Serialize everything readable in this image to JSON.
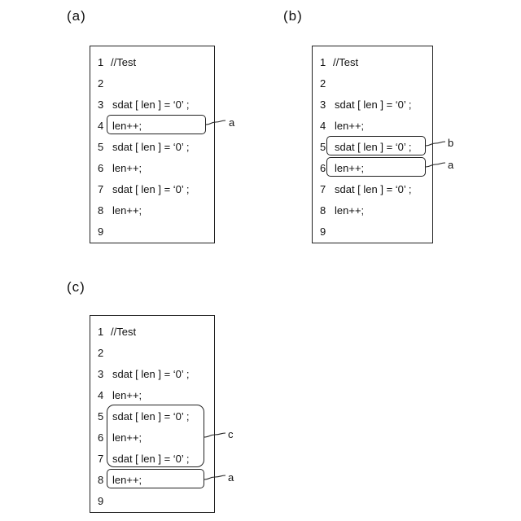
{
  "panels": {
    "a": {
      "label": "(a)",
      "lines": [
        {
          "num": "1",
          "text": "//Test"
        },
        {
          "num": "2",
          "text": ""
        },
        {
          "num": "3",
          "text": "sdat [ len ] = ‘0’ ;"
        },
        {
          "num": "4",
          "text": "len++;"
        },
        {
          "num": "5",
          "text": "sdat [ len ] = ‘0’ ;"
        },
        {
          "num": "6",
          "text": "len++;"
        },
        {
          "num": "7",
          "text": "sdat [ len ] = ‘0’ ;"
        },
        {
          "num": "8",
          "text": "len++;"
        },
        {
          "num": "9",
          "text": ""
        }
      ],
      "callouts": [
        "a"
      ]
    },
    "b": {
      "label": "(b)",
      "lines": [
        {
          "num": "1",
          "text": "//Test"
        },
        {
          "num": "2",
          "text": ""
        },
        {
          "num": "3",
          "text": "sdat [ len ] = ‘0’ ;"
        },
        {
          "num": "4",
          "text": "len++;"
        },
        {
          "num": "5",
          "text": "sdat [ len ] = ‘0’ ;"
        },
        {
          "num": "6",
          "text": "len++;"
        },
        {
          "num": "7",
          "text": "sdat [ len ] = ‘0’ ;"
        },
        {
          "num": "8",
          "text": "len++;"
        },
        {
          "num": "9",
          "text": ""
        }
      ],
      "callouts": [
        "b",
        "a"
      ]
    },
    "c": {
      "label": "(c)",
      "lines": [
        {
          "num": "1",
          "text": "//Test"
        },
        {
          "num": "2",
          "text": ""
        },
        {
          "num": "3",
          "text": "sdat [ len ] = ‘0’ ;"
        },
        {
          "num": "4",
          "text": "len++;"
        },
        {
          "num": "5",
          "text": "sdat [ len ] = ‘0’ ;"
        },
        {
          "num": "6",
          "text": "len++;"
        },
        {
          "num": "7",
          "text": "sdat [ len ] = ‘0’ ;"
        },
        {
          "num": "8",
          "text": "len++;"
        },
        {
          "num": "9",
          "text": ""
        }
      ],
      "callouts": [
        "c",
        "a"
      ]
    }
  }
}
